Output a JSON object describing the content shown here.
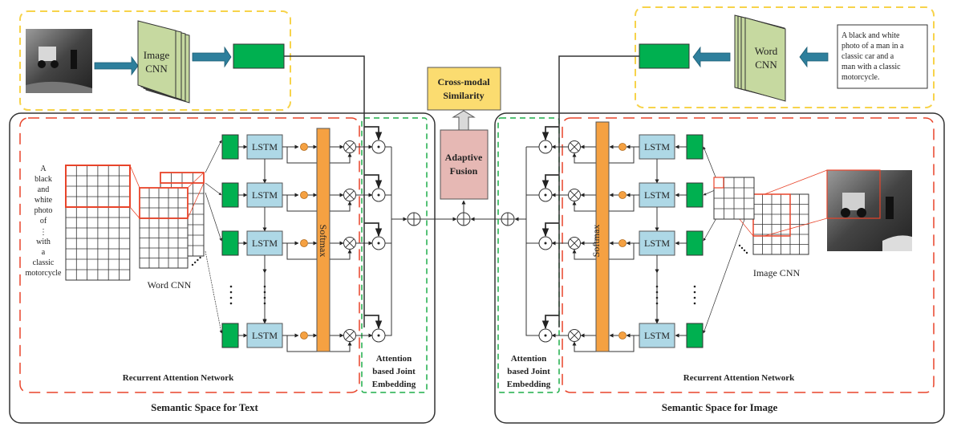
{
  "colors": {
    "green": "#00b050",
    "lstm": "#aed8e6",
    "softmax": "#f5a142",
    "orange_dot": "#f5a142",
    "cnn": "#c6d9a0",
    "arrow_blue": "#2e7f9c",
    "fusion": "#e6b8b4",
    "similarity": "#fbdc70",
    "red_dash": "#e8442a",
    "green_dash": "#1fae4a",
    "yellow_dash": "#f7d34a"
  },
  "top_left": {
    "cnn_label_1": "Image",
    "cnn_label_2": "CNN",
    "photo": "photo-of-man-in-classic-car"
  },
  "top_right": {
    "cnn_label_1": "Word",
    "cnn_label_2": "CNN",
    "caption_lines": [
      "A black and white",
      "photo of a man in a",
      "classic car and a",
      "man with a classic",
      "motorcycle."
    ]
  },
  "center": {
    "similarity_1": "Cross-modal",
    "similarity_2": "Similarity",
    "fusion_1": "Adaptive",
    "fusion_2": "Fusion"
  },
  "text_space": {
    "title": "Semantic Space for Text",
    "words": [
      "A",
      "black",
      "and",
      "white",
      "photo",
      "of",
      "⋮",
      "with",
      "a",
      "classic",
      "motorcycle"
    ],
    "cnn_label": "Word CNN",
    "lstm_label": "LSTM",
    "softmax_label": "Softmax",
    "ran_label": "Recurrent Attention Network",
    "joint_1": "Attention",
    "joint_2": "based Joint",
    "joint_3": "Embedding"
  },
  "image_space": {
    "title": "Semantic Space for Image",
    "cnn_label": "Image CNN",
    "lstm_label": "LSTM",
    "softmax_label": "Softmax",
    "ran_label": "Recurrent Attention Network",
    "joint_1": "Attention",
    "joint_2": "based Joint",
    "joint_3": "Embedding"
  }
}
